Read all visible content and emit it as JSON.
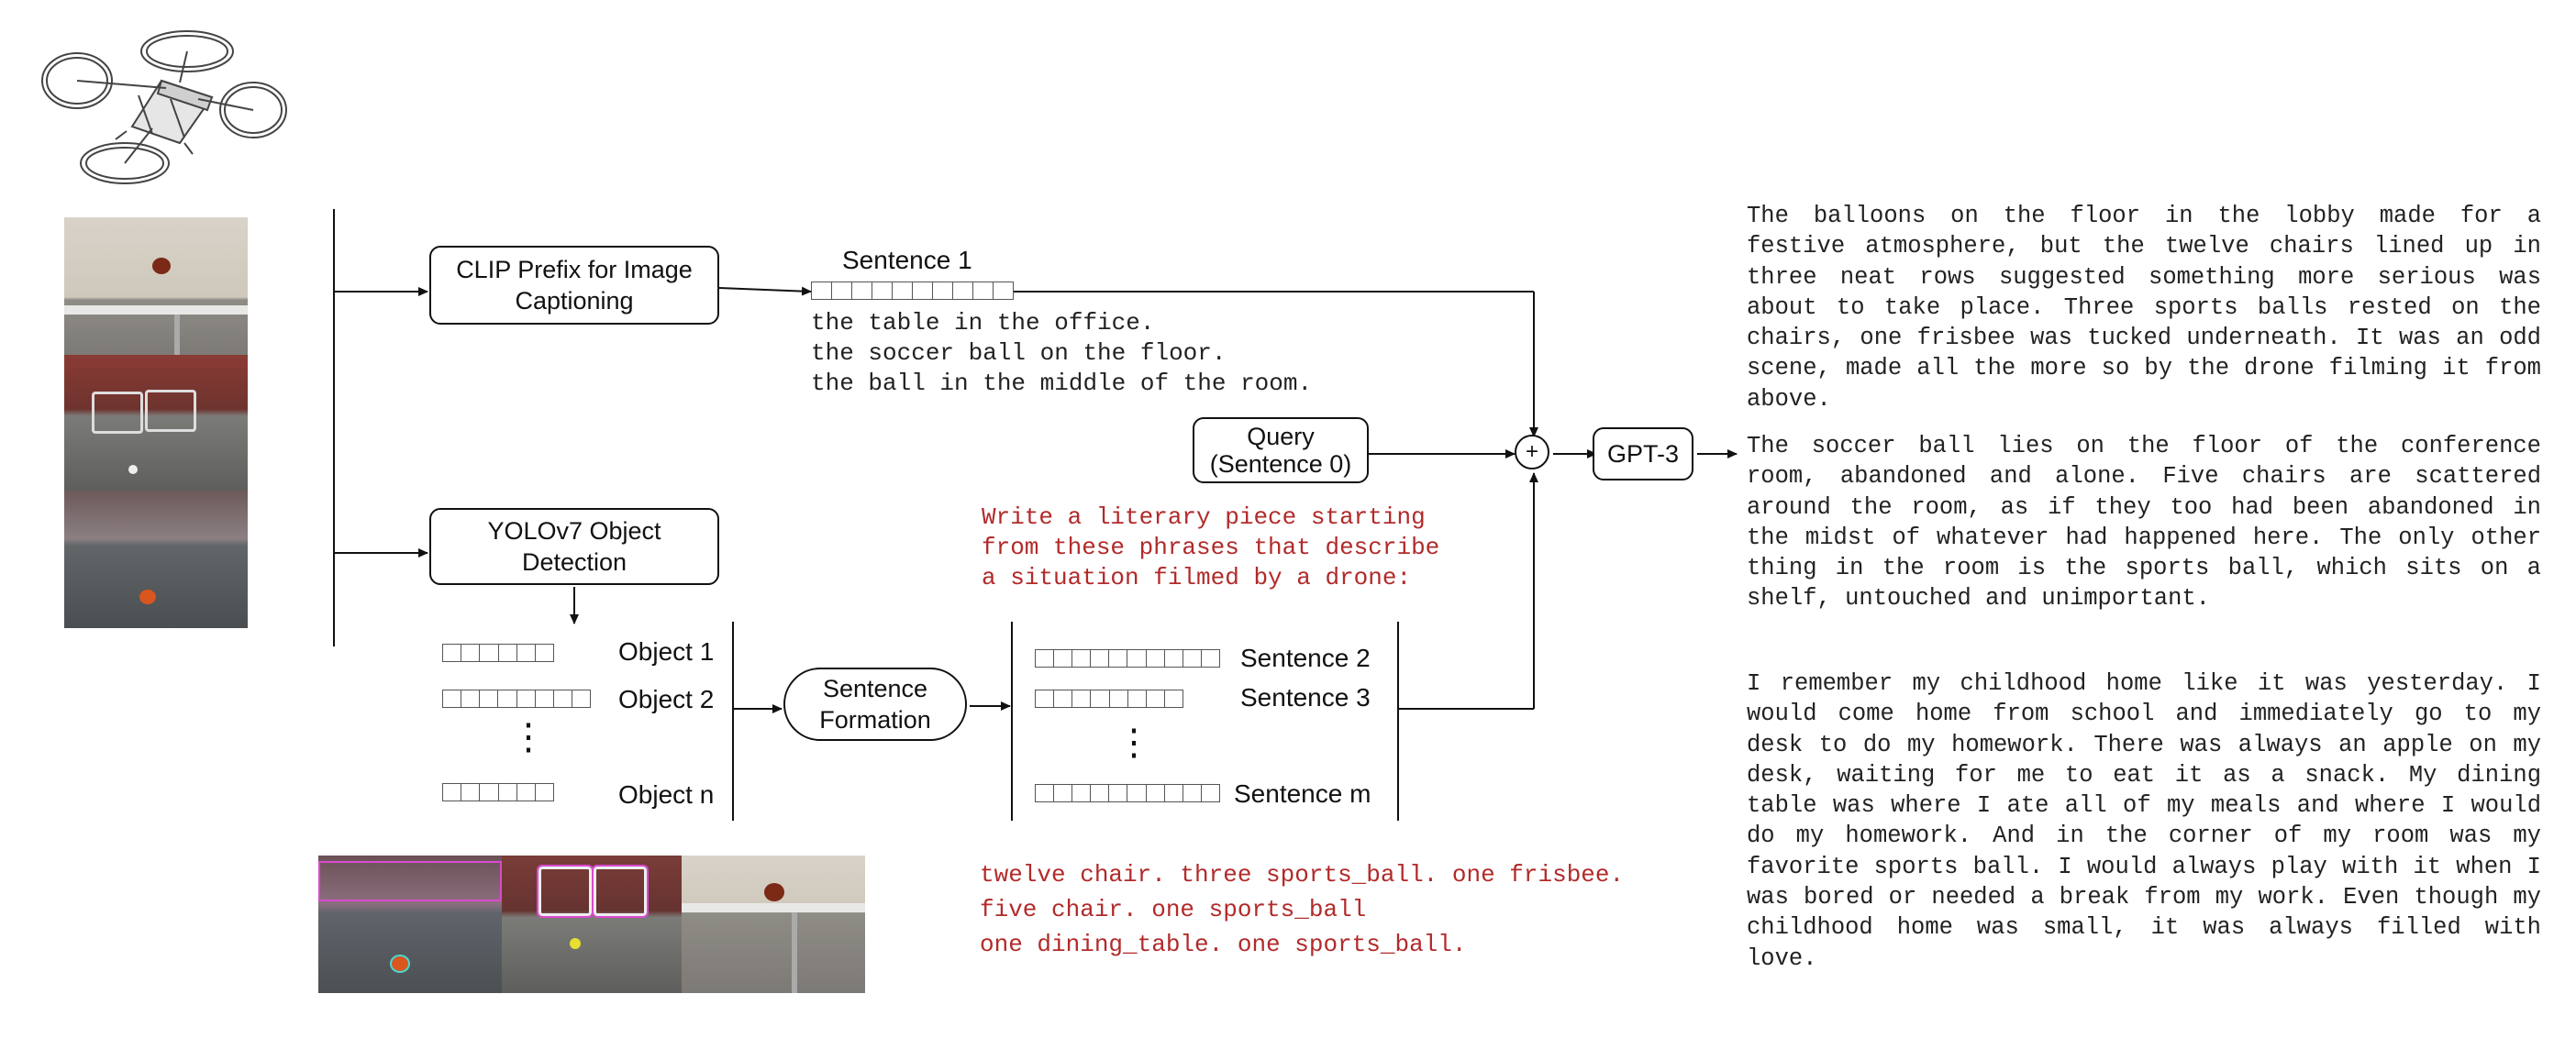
{
  "boxes": {
    "clip": "CLIP Prefix for Image Captioning",
    "yolo": "YOLOv7 Object Detection",
    "sentence_formation": "Sentence Formation",
    "query_line1": "Query",
    "query_line2": "(Sentence 0)",
    "gpt3": "GPT-3",
    "sum_symbol": "+"
  },
  "sentence1_label": "Sentence 1",
  "captions": [
    "the table in the office.",
    "the soccer ball on the floor.",
    "the ball in the middle of the room."
  ],
  "prompt_lines": [
    "Write a literary piece starting",
    "from these phrases that describe",
    "a situation filmed by a drone:"
  ],
  "objects": [
    "Object 1",
    "Object 2",
    "Object n"
  ],
  "sentences": [
    "Sentence 2",
    "Sentence 3",
    "Sentence m"
  ],
  "vdots": "⋮",
  "detections": [
    "twelve chair. three sports_ball. one frisbee.",
    "five chair. one sports_ball",
    "one dining_table. one sports_ball."
  ],
  "stories": [
    "The balloons on the floor in the lobby made for a festive atmosphere, but the twelve chairs lined up in three neat rows suggested something more serious was about to take place. Three sports balls rested on the chairs, one frisbee was tucked underneath. It was an odd scene, made all the more so by the drone filming it from above.",
    "The soccer ball lies on the floor of the conference room, abandoned and alone. Five chairs are scattered around the room, as if they too had been abandoned in the midst of whatever had happened here. The only other thing in the room is the sports ball, which sits on a shelf, untouched and unimportant.",
    "I remember my childhood home like it was yesterday. I would come home from school and immediately go to my desk to do my homework. There was always an apple on my desk, waiting for me to eat it as a snack. My dining table was where I ate all of my meals and where I would do my homework. And in the corner of my room was my favorite sports ball. I would always play with it when I was bored or needed a break from my work. Even though my childhood home was small, it was always filled with love."
  ],
  "icons": [
    "drone-icon"
  ],
  "colors": {
    "prompt_text": "#b22a2a",
    "line": "#111111"
  }
}
